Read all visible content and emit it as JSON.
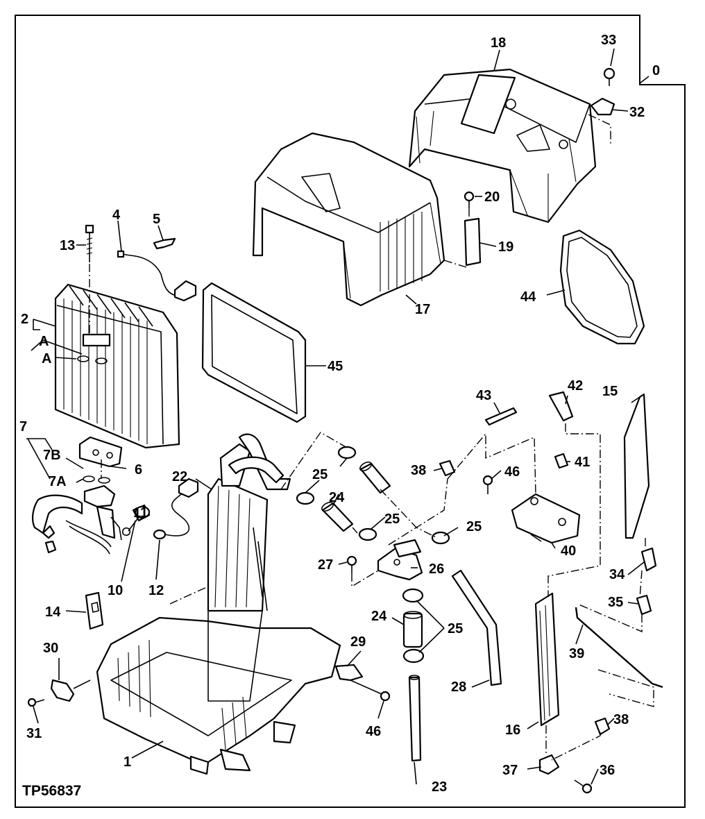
{
  "figure_id": "TP56837",
  "callouts": {
    "c0": "0",
    "c1": "1",
    "c2": "2",
    "cA1": "A",
    "cA2": "A",
    "c4": "4",
    "c5": "5",
    "c6": "6",
    "c7": "7",
    "c7B": "7B",
    "c7A": "7A",
    "c10": "10",
    "c11": "11",
    "c12": "12",
    "c13": "13",
    "c14": "14",
    "c15": "15",
    "c16": "16",
    "c17": "17",
    "c18": "18",
    "c19": "19",
    "c20": "20",
    "c22": "22",
    "c23": "23",
    "c24a": "24",
    "c24b": "24",
    "c25a": "25",
    "c25b": "25",
    "c25c": "25",
    "c25d": "25",
    "c26": "26",
    "c27": "27",
    "c28": "28",
    "c29": "29",
    "c30": "30",
    "c31": "31",
    "c32": "32",
    "c33": "33",
    "c34": "34",
    "c35": "35",
    "c36": "36",
    "c37": "37",
    "c38a": "38",
    "c38b": "38",
    "c39": "39",
    "c40": "40",
    "c41": "41",
    "c42": "42",
    "c43": "43",
    "c44": "44",
    "c45": "45",
    "c46a": "46",
    "c46b": "46"
  },
  "colors": {
    "ink": "#000000",
    "paper": "#ffffff"
  }
}
